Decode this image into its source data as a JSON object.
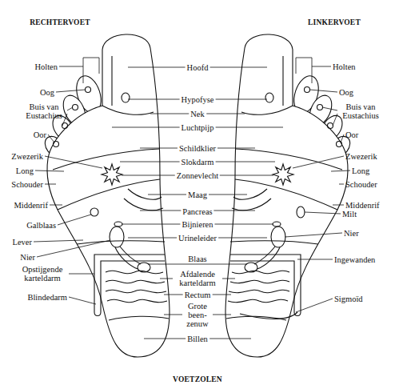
{
  "diagram": {
    "caption": "VOETZOLEN",
    "labels": [
      "RECHTERVOET",
      "LINKERVOET",
      "Holten",
      "Oog",
      "Buis van Eustachius",
      "Oor",
      "Zwezerik",
      "Long",
      "Schouder",
      "Middenrif",
      "Galblaas",
      "Lever",
      "Nier",
      "Opstijgende karteldarm",
      "Blindedarm",
      "Hoofd",
      "Hypofyse",
      "Nek",
      "Luchtpijp",
      "Schildklier",
      "Slokdarm",
      "Zonnevlecht",
      "Maag",
      "Pancreas",
      "Bijnieren",
      "Urineleider",
      "Blaas",
      "Afdalende karteldarm",
      "Rectum",
      "Grote been- zenuw",
      "Billen",
      "Holten",
      "Oog",
      "Buis van Eustachius",
      "Oor",
      "Zwezerik",
      "Long",
      "Schouder",
      "Middenrif",
      "Milt",
      "Nier",
      "Ingewanden",
      "Sigmoïd"
    ]
  }
}
